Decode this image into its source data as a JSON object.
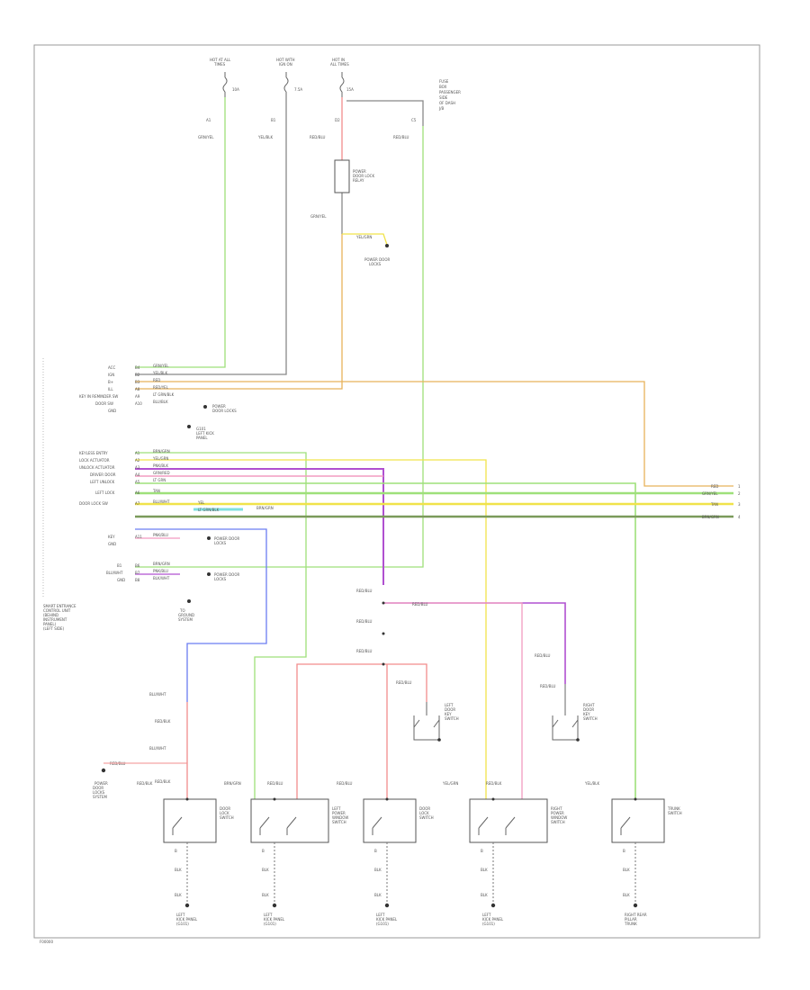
{
  "colors": {
    "green": "#9ee07a",
    "gray": "#888888",
    "orange": "#e8b25a",
    "yellow": "#f0e34a",
    "purple": "#b050d0",
    "pink": "#f29bc0",
    "red": "#f28c8c",
    "blue": "#6b7df2",
    "cyan": "#7fe0e0",
    "tan": "#c8b070",
    "black": "#555555"
  },
  "top_sources": [
    {
      "title": [
        "HOT AT ALL",
        "TIMES"
      ],
      "rating": "10A",
      "pin": "A1",
      "wire": "GRN/YEL"
    },
    {
      "title": [
        "HOT WITH",
        "IGN ON"
      ],
      "rating": "7.5A",
      "pin": "B1",
      "wire": "YEL/BLK"
    },
    {
      "title": [
        "HOT IN",
        "ALL TIMES"
      ],
      "rating": "15A",
      "pin": "D2",
      "wire": "RED/BLU"
    }
  ],
  "right_note": [
    "FUSE",
    "BOX",
    "PASSENGER",
    "SIDE",
    "OF DASH",
    "J/B"
  ],
  "relay_label": [
    "POWER",
    "DOOR LOCK",
    "RELAY"
  ],
  "relay_wire": "GRN/YEL",
  "ground_wire": "YEL/GRN",
  "ground_label": [
    "POWER DOOR",
    "LOCKS"
  ],
  "module_rows_1": [
    {
      "label": "ACC",
      "pin": "B4",
      "wire": "GRN/YEL"
    },
    {
      "label": "IGN",
      "pin": "B2",
      "wire": "YEL/BLK"
    },
    {
      "label": "B+",
      "pin": "B3",
      "wire": "RED"
    },
    {
      "label": "ILL",
      "pin": "A8",
      "wire": "RED/YEL"
    },
    {
      "label": "KEY IN REMINDER SW",
      "pin": "A9",
      "wire": "LT GRN/BLK"
    },
    {
      "label": "DOOR SW",
      "pin": "A10",
      "wire": "BLU/BLK"
    },
    {
      "label": "GND",
      "pin": "",
      "wire": ""
    }
  ],
  "module_rows_2": [
    {
      "label": "KEYLESS ENTRY",
      "pin": "A1",
      "wire": "BRN/GRN"
    },
    {
      "label": "LOCK ACTUATOR",
      "pin": "A2",
      "wire": "YEL/GRN"
    },
    {
      "label": "UNLOCK ACTUATOR",
      "pin": "A3",
      "wire": "PNK/BLK"
    },
    {
      "label": "DRIVER DOOR",
      "pin": "A4",
      "wire": "GRN/RED"
    },
    {
      "label": "LEFT UNLOCK",
      "pin": "A5",
      "wire": "LT GRN"
    },
    {
      "label": "LEFT LOCK",
      "pin": "A6",
      "wire": "TAN"
    },
    {
      "label": "DOOR LOCK SW",
      "pin": "A7",
      "wire": "BLU/WHT"
    },
    {
      "label": "KEY",
      "pin": "A11",
      "wire": "PNK/BLU"
    },
    {
      "label": "GND",
      "pin": "",
      "wire": ""
    }
  ],
  "module_rows_3": [
    {
      "label": "B1",
      "pin": "B6",
      "wire": "BRN/GRN"
    },
    {
      "label": "BLU/WHT",
      "pin": "B7",
      "wire": "PNK/BLU"
    },
    {
      "label": "GND",
      "pin": "B8",
      "wire": "BLK/WHT"
    }
  ],
  "keyless_wire_labels": [
    "YEL",
    "LT GRN/BLK",
    "BRN/GRN"
  ],
  "module_label": [
    "SMART ENTRANCE",
    "CONTROL UNIT",
    "(BEHIND",
    "INSTRUMENT",
    "PANEL)",
    "(LEFT SIDE)"
  ],
  "side_refs": [
    {
      "text": [
        "POWER",
        "DOOR LOCKS"
      ]
    },
    {
      "text": [
        "TO",
        "GROUND",
        "SYSTEM"
      ]
    },
    {
      "text": [
        "POWER DOOR",
        "LOCKS"
      ]
    },
    {
      "text": [
        "POWER DOOR",
        "LOCKS"
      ]
    }
  ],
  "mid_ground": [
    "G101",
    "LEFT KICK",
    "PANEL"
  ],
  "far_right_wires": [
    "RED",
    "GRN/YEL",
    "TAN",
    "BRN/GRN"
  ],
  "left_chain": [
    "BLU/WHT",
    "RED/BLK",
    "BLU/WHT",
    "RED/BLK"
  ],
  "left_ref": [
    "POWER",
    "DOOR",
    "LOCKS",
    "SYSTEM"
  ],
  "mid_chain": [
    "RED/BLU",
    "RED/BLU",
    "RED/BLU"
  ],
  "purple_top": "RED/BLU",
  "center_switch": {
    "top": "RED/BLU",
    "label": [
      "LEFT",
      "DOOR",
      "KEY",
      "SWITCH"
    ]
  },
  "right_switch": {
    "top": "RED/BLU",
    "label": [
      "RIGHT",
      "DOOR",
      "KEY",
      "SWITCH"
    ]
  },
  "bottom_switches": [
    {
      "wires": [
        "RED/BLK"
      ],
      "label": [
        "DOOR",
        "LOCK",
        "SWITCH"
      ],
      "down": [
        "B",
        "BLK",
        "BLK"
      ],
      "ground": [
        "LEFT",
        "KICK PANEL",
        "(G101)"
      ]
    },
    {
      "wires": [
        "BRN/GRN",
        "RED/BLU"
      ],
      "label": [
        "LEFT",
        "POWER",
        "WINDOW",
        "SWITCH"
      ],
      "down": [
        "B",
        "BLK",
        "BLK"
      ],
      "ground": [
        "LEFT",
        "KICK PANEL",
        "(G101)"
      ]
    },
    {
      "wires": [
        "RED/BLU"
      ],
      "label": [
        "DOOR",
        "LOCK",
        "SWITCH"
      ],
      "down": [
        "B",
        "BLK",
        "BLK"
      ],
      "ground": [
        "LEFT",
        "KICK PANEL",
        "(G101)"
      ]
    },
    {
      "wires": [
        "YEL/GRN",
        "RED/BLK"
      ],
      "label": [
        "RIGHT",
        "POWER",
        "WINDOW",
        "SWITCH"
      ],
      "down": [
        "B",
        "BLK",
        "BLK"
      ],
      "ground": [
        "LEFT",
        "KICK PANEL",
        "(G101)"
      ]
    },
    {
      "wires": [
        "YEL/BLK"
      ],
      "label": [
        "TRUNK",
        "SWITCH"
      ],
      "down": [
        "B",
        "BLK",
        "BLK"
      ],
      "ground": [
        "RIGHT REAR",
        "PILLAR",
        "TRUNK"
      ]
    }
  ],
  "footer": "F00000"
}
